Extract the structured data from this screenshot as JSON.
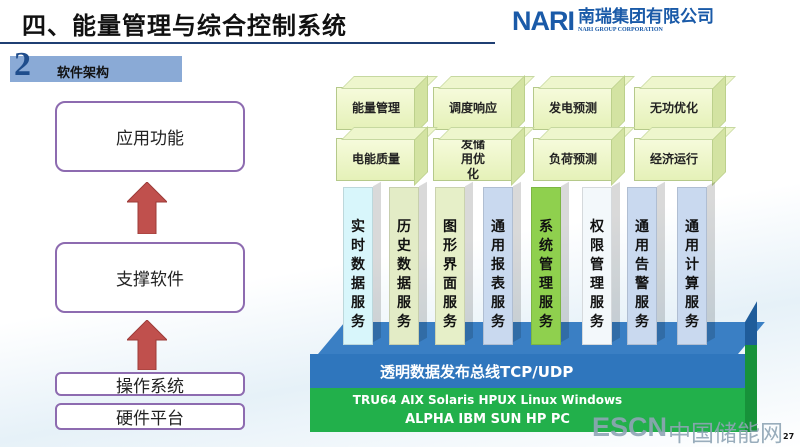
{
  "header": {
    "title": "四、能量管理与综合控制系统",
    "logo_brand": "NARI",
    "logo_cn": "南瑞集团有限公司",
    "logo_en": "NARI GROUP CORPORATION"
  },
  "section": {
    "number": "2",
    "title": "软件架构"
  },
  "layers": [
    "应用功能",
    "支撑软件",
    "操作系统",
    "硬件平台"
  ],
  "applications": [
    "能量管理",
    "调度响应",
    "发电预测",
    "无功优化",
    "电能质量",
    "发储用优化",
    "负荷预测",
    "经济运行"
  ],
  "services": [
    {
      "label": "实时数据服务",
      "color": "#d8f6fb"
    },
    {
      "label": "历史数据服务",
      "color": "#e3ecc6"
    },
    {
      "label": "图形界面服务",
      "color": "#e6efc8"
    },
    {
      "label": "通用报表服务",
      "color": "#c9d9ef"
    },
    {
      "label": "系统管理服务",
      "color": "#8fd04e"
    },
    {
      "label": "权限管理服务",
      "color": "#f3f8fb"
    },
    {
      "label": "通用告警服务",
      "color": "#c9d9ef"
    },
    {
      "label": "通用计算服务",
      "color": "#c9d9ef"
    }
  ],
  "bus": "透明数据发布总线TCP/UDP",
  "os_list": "TRU64 AIX Solaris HPUX Linux Windows",
  "hw_list": "ALPHA IBM SUN HP PC",
  "watermark": {
    "en": "ESCN",
    "cn": "中国储能网"
  },
  "page_number": "27"
}
